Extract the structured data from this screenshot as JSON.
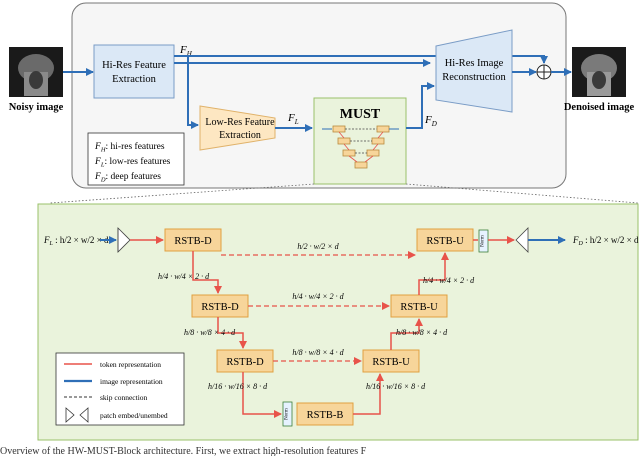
{
  "top": {
    "noisy_label": "Noisy image",
    "denoised_label": "Denoised image",
    "hires_extract": [
      "Hi-Res Feature",
      "Extraction"
    ],
    "lowres_extract": [
      "Low-Res Feature",
      "Extraction"
    ],
    "hires_recon": [
      "Hi-Res Image",
      "Reconstruction"
    ],
    "must_title": "MUST",
    "f_h": "F",
    "f_h_sub": "H",
    "f_l": "F",
    "f_l_sub": "L",
    "f_d": "F",
    "f_d_sub": "D",
    "legend": [
      {
        "sym": "F",
        "sub": "H",
        "text": ": hi-res features"
      },
      {
        "sym": "F",
        "sub": "L",
        "text": ": low-res features"
      },
      {
        "sym": "F",
        "sub": "D",
        "text": ": deep features"
      }
    ]
  },
  "detail": {
    "input_label": ": h/2 × w/2 × d",
    "output_label": ": h/2 × w/2 × d",
    "blocks": {
      "d1": "RSTB-D",
      "d2": "RSTB-D",
      "d3": "RSTB-D",
      "b": "RSTB-B",
      "u3": "RSTB-U",
      "u2": "RSTB-U",
      "u1": "RSTB-U"
    },
    "norm": "Norm",
    "dims": {
      "l1_skip": "h/2 · w/2 × d",
      "l2_down": "h/4 · w/4 × 2 · d",
      "l2_up": "h/4 · w/4 × 2 · d",
      "l2_skip": "h/4 · w/4 × 2 · d",
      "l3_down": "h/8 · w/8 × 4 · d",
      "l3_up": "h/8 · w/8 × 4 · d",
      "l3_skip": "h/8 · w/8 × 4 · d",
      "l4_down": "h/16 · w/16 × 8 · d",
      "l4_up": "h/16 · w/16 × 8 · d"
    },
    "legend": [
      {
        "text": "token representation",
        "style": "token"
      },
      {
        "text": "image representation",
        "style": "image"
      },
      {
        "text": "skip connection",
        "style": "skip"
      },
      {
        "text": "patch embed/unembed",
        "style": "patch"
      }
    ]
  },
  "caption_fragment": "Overview of the HW-MUST-Block architecture. First, we extract high-resolution features F",
  "colors": {
    "blue": "#2f6fb7",
    "red": "#e8534a",
    "orange": "#f2a64a",
    "orange_fill": "#fde7c2",
    "green_fill": "#eaf3dc",
    "green_border": "#9ac06a",
    "blue_fill": "#dbe8f6"
  }
}
